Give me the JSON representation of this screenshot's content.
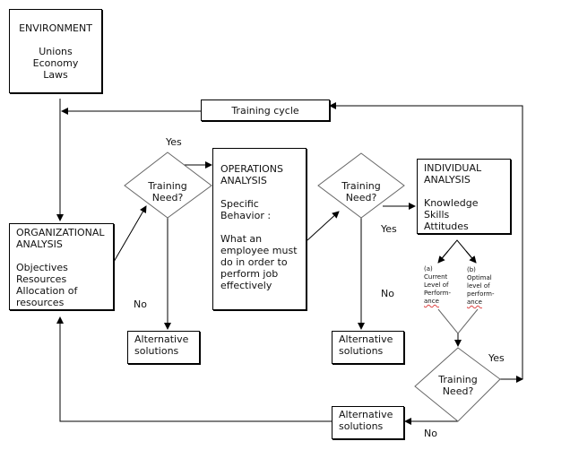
{
  "environment": {
    "title": "ENVIRONMENT",
    "items": [
      "Unions",
      "Economy",
      "Laws"
    ]
  },
  "training_cycle": {
    "label": "Training cycle"
  },
  "organizational": {
    "title_1": "ORGANIZATIONAL",
    "title_2": "ANALYSIS",
    "items": [
      "Objectives",
      "Resources",
      "Allocation of",
      "resources"
    ]
  },
  "operations": {
    "title_1": "OPERATIONS",
    "title_2": "ANALYSIS",
    "sub_1": "Specific",
    "sub_2": "Behavior :",
    "desc": [
      "What an",
      "employee must",
      "do in order to",
      "perform job",
      "effectively"
    ]
  },
  "individual": {
    "title_1": "INDIVIDUAL",
    "title_2": "ANALYSIS",
    "items": [
      "Knowledge",
      "Skills",
      "Attitudes"
    ]
  },
  "decisions": [
    {
      "line_1": "Training",
      "line_2": "Need?",
      "yes": "Yes",
      "no": "No"
    },
    {
      "line_1": "Training",
      "line_2": "Need?",
      "yes": "Yes",
      "no": "No"
    },
    {
      "line_1": "Training",
      "line_2": "Need?",
      "yes": "Yes",
      "no": "No"
    }
  ],
  "alternatives": [
    {
      "line_1": "Alternative",
      "line_2": "solutions"
    },
    {
      "line_1": "Alternative",
      "line_2": "solutions"
    },
    {
      "line_1": "Alternative",
      "line_2": "solutions"
    }
  ],
  "performance": {
    "current": [
      "(a)",
      "Current",
      "Level of",
      "Perform-",
      "ance"
    ],
    "optimal": [
      "(b)",
      "Optimal",
      "level of",
      "perform-",
      "ance"
    ]
  }
}
